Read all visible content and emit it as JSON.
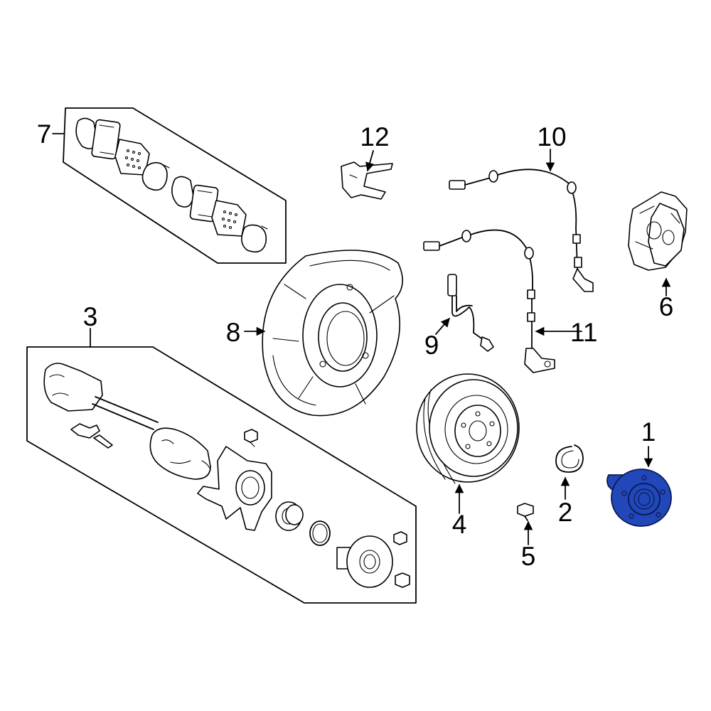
{
  "diagram": {
    "highlight_color": "#2147b8",
    "callouts": [
      {
        "key": "c1",
        "text": "1"
      },
      {
        "key": "c2",
        "text": "2"
      },
      {
        "key": "c3",
        "text": "3"
      },
      {
        "key": "c4",
        "text": "4"
      },
      {
        "key": "c5",
        "text": "5"
      },
      {
        "key": "c6",
        "text": "6"
      },
      {
        "key": "c7",
        "text": "7"
      },
      {
        "key": "c8",
        "text": "8"
      },
      {
        "key": "c9",
        "text": "9"
      },
      {
        "key": "c10",
        "text": "10"
      },
      {
        "key": "c11",
        "text": "11"
      },
      {
        "key": "c12",
        "text": "12"
      }
    ]
  }
}
